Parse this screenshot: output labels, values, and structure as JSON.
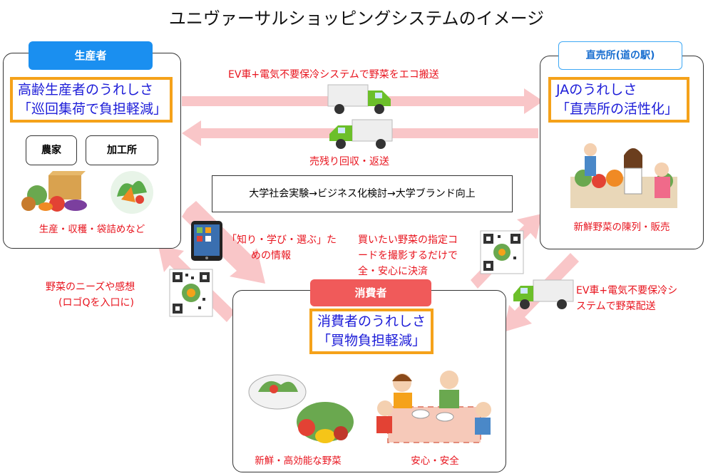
{
  "title": "ユニヴァーサルショッピングシステムのイメージ",
  "producer": {
    "tab": "生産者",
    "joy_line1": "高齢生産者のうれしさ",
    "joy_line2": "「巡回集荷で負担軽減」",
    "farm_button": "農家",
    "factory_button": "加工所",
    "caption": "生産・収穫・袋詰めなど"
  },
  "station": {
    "tab": "直売所(道の駅)",
    "joy_line1": "JAのうれしさ",
    "joy_line2": "「直売所の活性化」",
    "caption": "新鮮野菜の陳列・販売"
  },
  "consumer": {
    "tab": "消費者",
    "joy_line1": "消費者のうれしさ",
    "joy_line2": "「買物負担軽減」",
    "caption_left": "新鮮・高効能な野菜",
    "caption_right": "安心・安全"
  },
  "flows": {
    "top_transport": "EV車+電気不要保冷システムで野菜をエコ搬送",
    "return": "売残り回収・返送",
    "center_process": "大学社会実験→ビジネス化検討→大学ブランド向上",
    "info_line1": "「知り・学び・選ぶ」た",
    "info_line2": "めの情報",
    "needs_line1": "野菜のニーズや感想",
    "needs_line2": "(ロゴQを入口に)",
    "pay_line1": "買いたい野菜の指定コ",
    "pay_line2": "ードを撮影するだけで",
    "pay_line3": "全・安心に決済",
    "delivery_line1": "EV車+電気不要保冷シ",
    "delivery_line2": "ステムで野菜配送"
  },
  "colors": {
    "producer_tab": "#1a8ff0",
    "station_tab": "#3ea8f5",
    "consumer_tab": "#f05a5a",
    "joy_border": "#f5a21a",
    "arrow": "#f9c6c8",
    "red_text": "#e8141e",
    "joy_text": "#1c1cd8",
    "truck_cab": "#6cbf2a"
  },
  "icons": [
    "truck-icon",
    "tablet-icon",
    "qr-code-icon",
    "vegetables-illustration",
    "market-illustration",
    "salad-illustration",
    "family-dinner-illustration"
  ]
}
